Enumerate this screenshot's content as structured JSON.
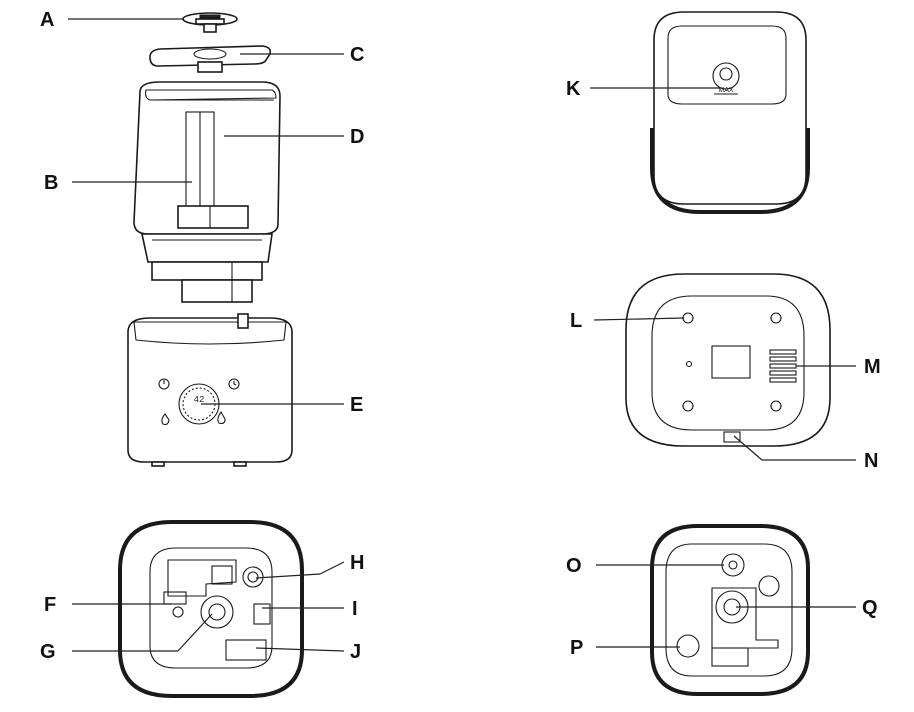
{
  "labels": {
    "A": "A",
    "B": "B",
    "C": "C",
    "D": "D",
    "E": "E",
    "F": "F",
    "G": "G",
    "H": "H",
    "I": "I",
    "J": "J",
    "K": "K",
    "L": "L",
    "M": "M",
    "N": "N",
    "O": "O",
    "P": "P",
    "Q": "Q"
  },
  "tank_marking": "MAX",
  "display_reading": "42"
}
